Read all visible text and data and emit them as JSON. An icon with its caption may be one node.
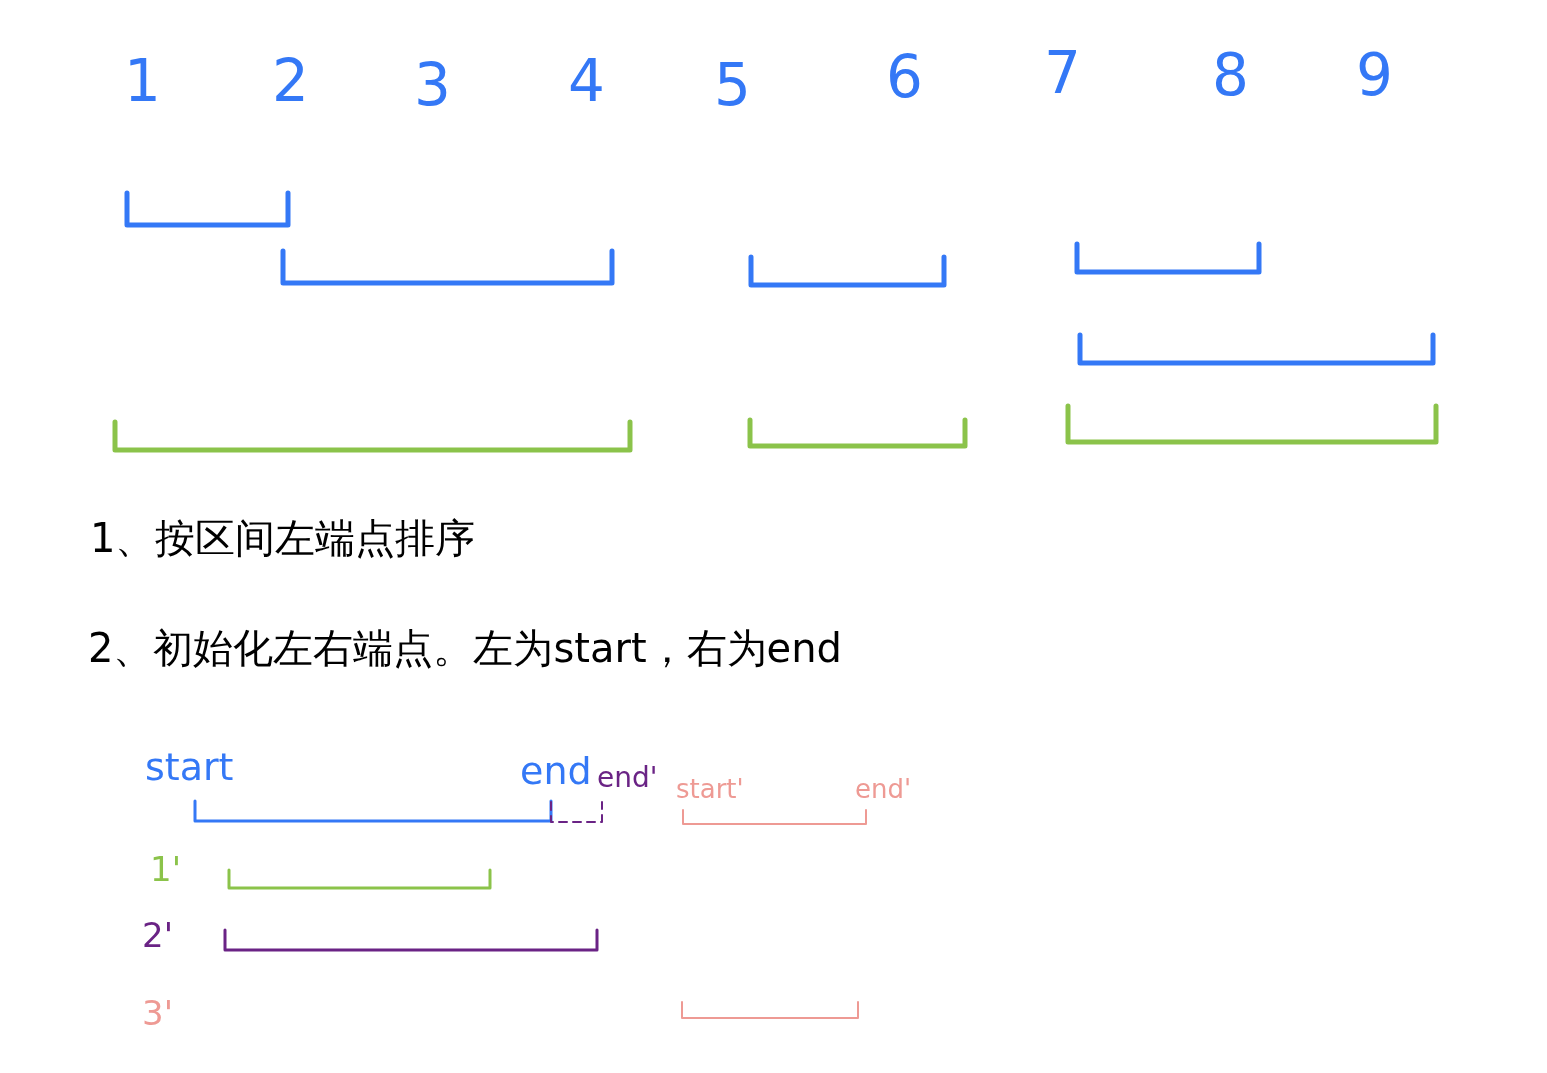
{
  "diagram": {
    "labels": [
      "1",
      "2",
      "3",
      "4",
      "5",
      "6",
      "7",
      "8",
      "9",
      "1、按区间左端点排序",
      "2、初始化左右端点。左为start，右为end",
      "start",
      "end",
      "end'",
      "start'",
      "end'",
      "1'",
      "2'",
      "3'"
    ]
  }
}
